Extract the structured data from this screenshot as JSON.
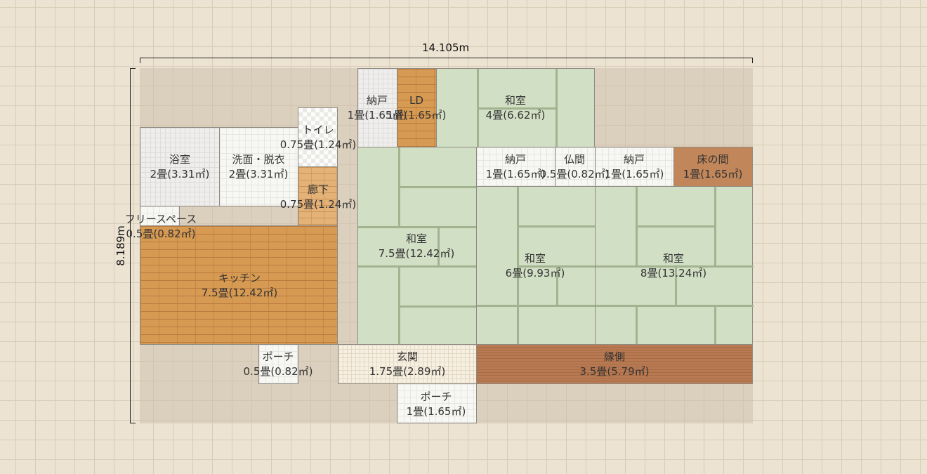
{
  "dimensions": {
    "width_label": "14.105m",
    "height_label": "8.189m"
  },
  "rooms": {
    "bath": {
      "name": "浴室",
      "area": "2畳(3.31㎡)"
    },
    "washroom": {
      "name": "洗面・脱衣",
      "area": "2畳(3.31㎡)"
    },
    "toilet": {
      "name": "トイレ",
      "area": "0.75畳(1.24㎡)"
    },
    "hall": {
      "name": "廊下",
      "area": "0.75畳(1.24㎡)"
    },
    "free": {
      "name": "フリースペース",
      "area": "0.5畳(0.82㎡)"
    },
    "kitchen": {
      "name": "キッチン",
      "area": "7.5畳(12.42㎡)"
    },
    "storage1": {
      "name": "納戸",
      "area": "1畳(1.65㎡)"
    },
    "ld": {
      "name": "LD",
      "area": "1畳(1.65㎡)"
    },
    "washitsu4": {
      "name": "和室",
      "area": "4畳(6.62㎡)"
    },
    "storage2": {
      "name": "納戸",
      "area": "1畳(1.65㎡)"
    },
    "butsuma": {
      "name": "仏間",
      "area": "0.5畳(0.82㎡)"
    },
    "storage3": {
      "name": "納戸",
      "area": "1畳(1.65㎡)"
    },
    "tokonoma": {
      "name": "床の間",
      "area": "1畳(1.65㎡)"
    },
    "washitsu75": {
      "name": "和室",
      "area": "7.5畳(12.42㎡)"
    },
    "washitsu6": {
      "name": "和室",
      "area": "6畳(9.93㎡)"
    },
    "washitsu8": {
      "name": "和室",
      "area": "8畳(13.24㎡)"
    },
    "porch1": {
      "name": "ポーチ",
      "area": "0.5畳(0.82㎡)"
    },
    "entrance": {
      "name": "玄関",
      "area": "1.75畳(2.89㎡)"
    },
    "engawa": {
      "name": "縁側",
      "area": "3.5畳(5.79㎡)"
    },
    "porch2": {
      "name": "ポーチ",
      "area": "1畳(1.65㎡)"
    }
  },
  "colors": {
    "background": "#ece3d2",
    "tatami": "#d1dfc4",
    "wood_floor": "#d79a52",
    "engawa": "#b87a52",
    "tokonoma": "#c1865a"
  }
}
